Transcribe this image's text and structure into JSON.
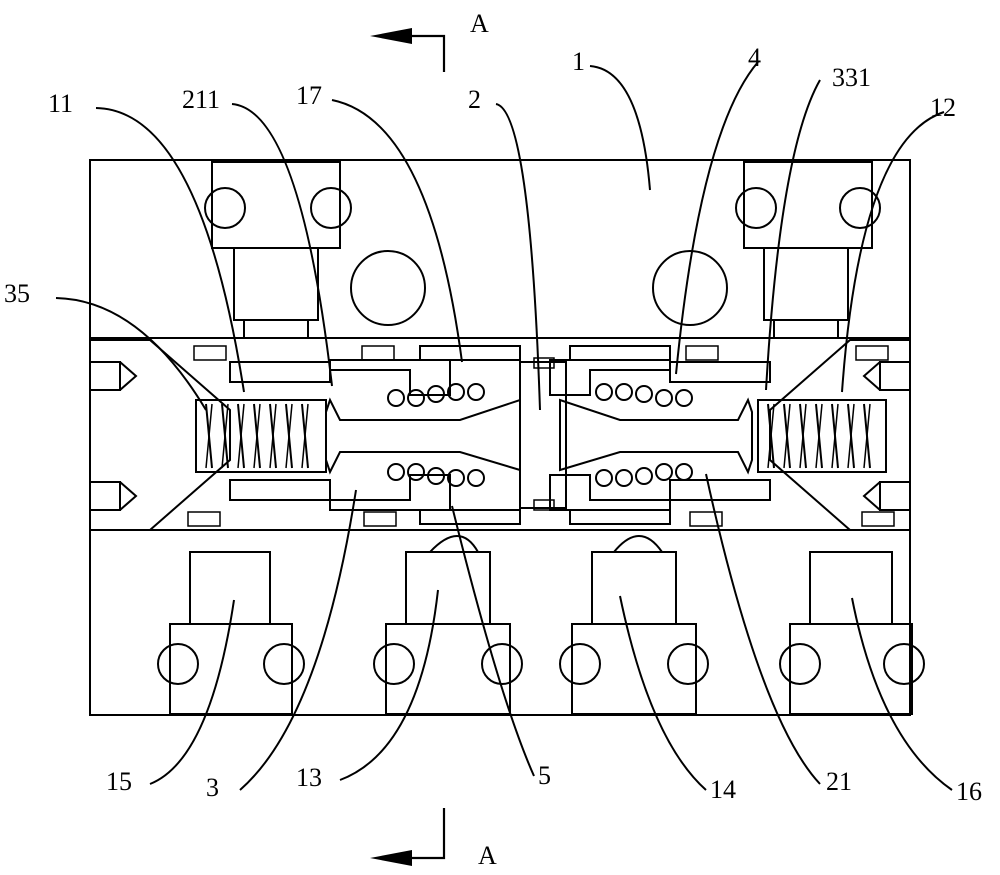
{
  "section_marks": {
    "top": "A",
    "bottom": "A"
  },
  "labels": {
    "l1": "1",
    "l2": "2",
    "l3": "3",
    "l4": "4",
    "l5": "5",
    "l11": "11",
    "l12": "12",
    "l13": "13",
    "l14": "14",
    "l15": "15",
    "l16": "16",
    "l17": "17",
    "l21": "21",
    "l35": "35",
    "l211": "211",
    "l331": "331"
  }
}
